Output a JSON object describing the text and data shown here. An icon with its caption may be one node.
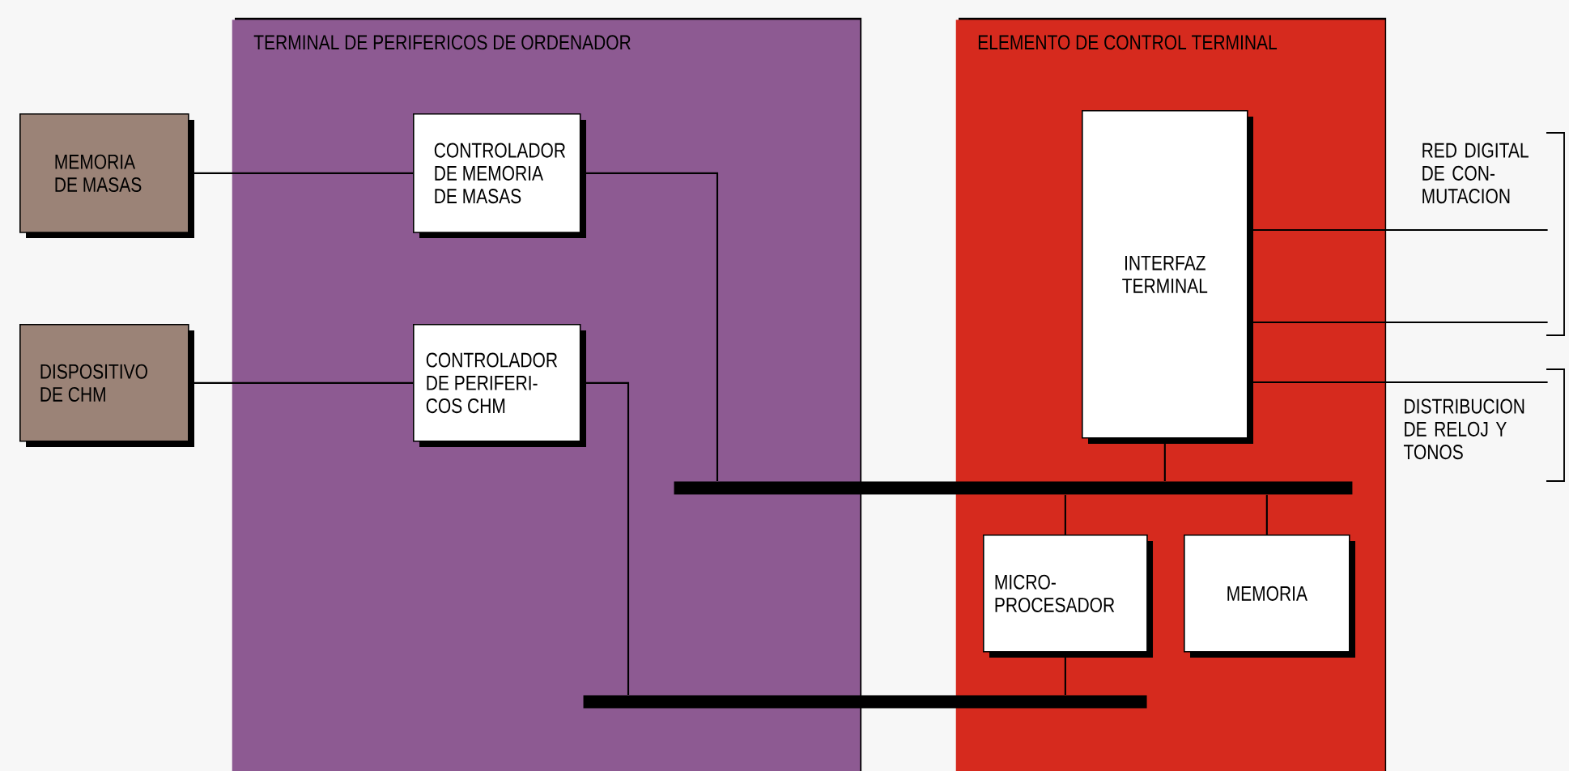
{
  "diagram": {
    "nodes": [
      {
        "text": [
          "TERMINAL DE PERIFERICOS DE ORDENADOR"
        ]
      },
      {
        "text": [
          "MEMORIA DE MASAS"
        ]
      },
      {
        "text": [
          "CONTROLADOR DE MEMORIA DE MASAS"
        ],
        "in": 0
      },
      {
        "text": [
          "DISPOSITIVO DE CHM"
        ]
      },
      {
        "text": [
          "CONTROLADOR DE PERIFERI- COS CHM"
        ],
        "in": 0
      },
      {
        "text": [
          "ELEMENTO DE CONTROL TERMINAL"
        ]
      },
      {
        "text": [
          "INTERFAZ TERMINAL"
        ],
        "in": 5
      },
      {
        "text": [
          "MICRO- PROCESADOR"
        ],
        "in": 5
      },
      {
        "text": [
          "MEMORIA"
        ],
        "in": 5
      },
      {
        "text": [],
        "shape": "bar"
      },
      {
        "text": [],
        "shape": "bar"
      }
    ],
    "edges": [
      {
        "from": 1,
        "to": 2,
        "arrow": "none"
      },
      {
        "from": 3,
        "to": 4,
        "arrow": "none"
      },
      {
        "from": 2,
        "to": 9,
        "arrow": "none"
      },
      {
        "from": 4,
        "to": 10,
        "arrow": "none"
      },
      {
        "from": 6,
        "to": 9,
        "arrow": "none"
      },
      {
        "from": 9,
        "to": 7,
        "arrow": "none"
      },
      {
        "from": 9,
        "to": 8,
        "arrow": "none"
      },
      {
        "from": 7,
        "to": 10,
        "arrow": "none"
      },
      {
        "from": 6,
        "to": null,
        "arrow": "none"
      },
      {
        "from": 6,
        "to": null,
        "arrow": "none"
      },
      {
        "from": 6,
        "to": null,
        "arrow": "none"
      }
    ],
    "labels": [
      "RED DIGITAL DE CON- MUTACION",
      "DISTRIBUCION DE RELOJ Y TONOS"
    ]
  }
}
